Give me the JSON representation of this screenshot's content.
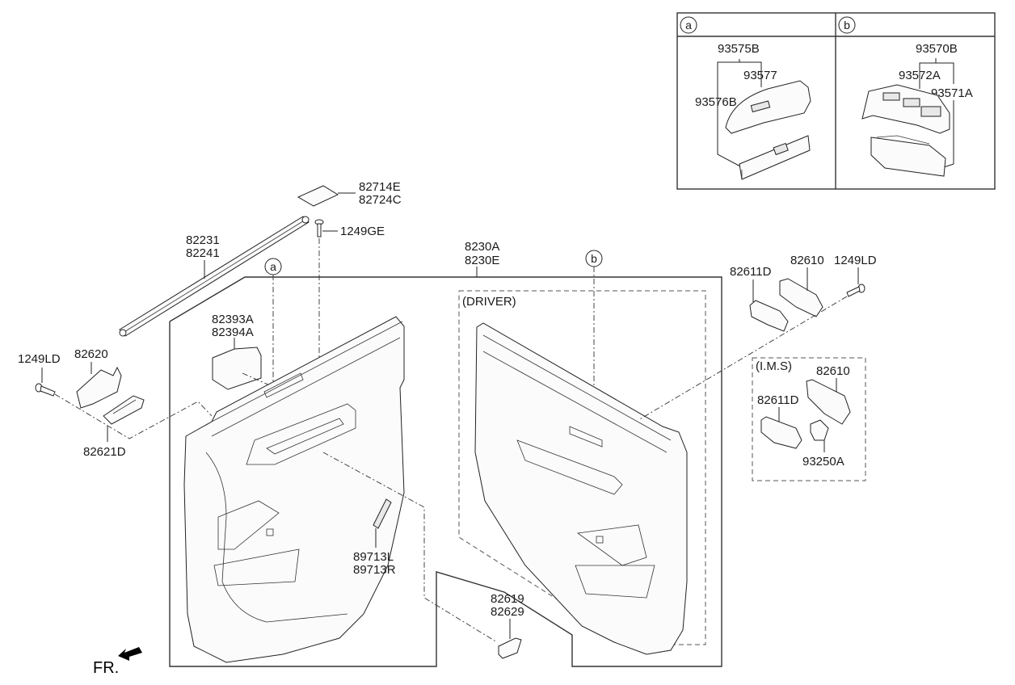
{
  "diagram": {
    "front_indicator": "FR.",
    "inset": {
      "a": {
        "marker": "a",
        "labels": [
          "93575B",
          "93577",
          "93576B"
        ]
      },
      "b": {
        "marker": "b",
        "labels": [
          "93570B",
          "93572A",
          "93571A"
        ]
      }
    },
    "callouts": {
      "a": "a",
      "b": "b"
    },
    "parts": {
      "p82714E": "82714E",
      "p82724C": "82724C",
      "p1249GE": "1249GE",
      "p82231": "82231",
      "p82241": "82241",
      "p8230A": "8230A",
      "p8230E": "8230E",
      "p82393A": "82393A",
      "p82394A": "82394A",
      "p1249LD_left": "1249LD",
      "p82620": "82620",
      "p82621D": "82621D",
      "p89713L": "89713L",
      "p89713R": "89713R",
      "p82619": "82619",
      "p82629": "82629",
      "p82611D_right": "82611D",
      "p82610_right": "82610",
      "p1249LD_right": "1249LD",
      "p82610_ims": "82610",
      "p82611D_ims": "82611D",
      "p93250A": "93250A"
    },
    "group_labels": {
      "driver": "(DRIVER)",
      "ims": "(I.M.S)"
    }
  }
}
